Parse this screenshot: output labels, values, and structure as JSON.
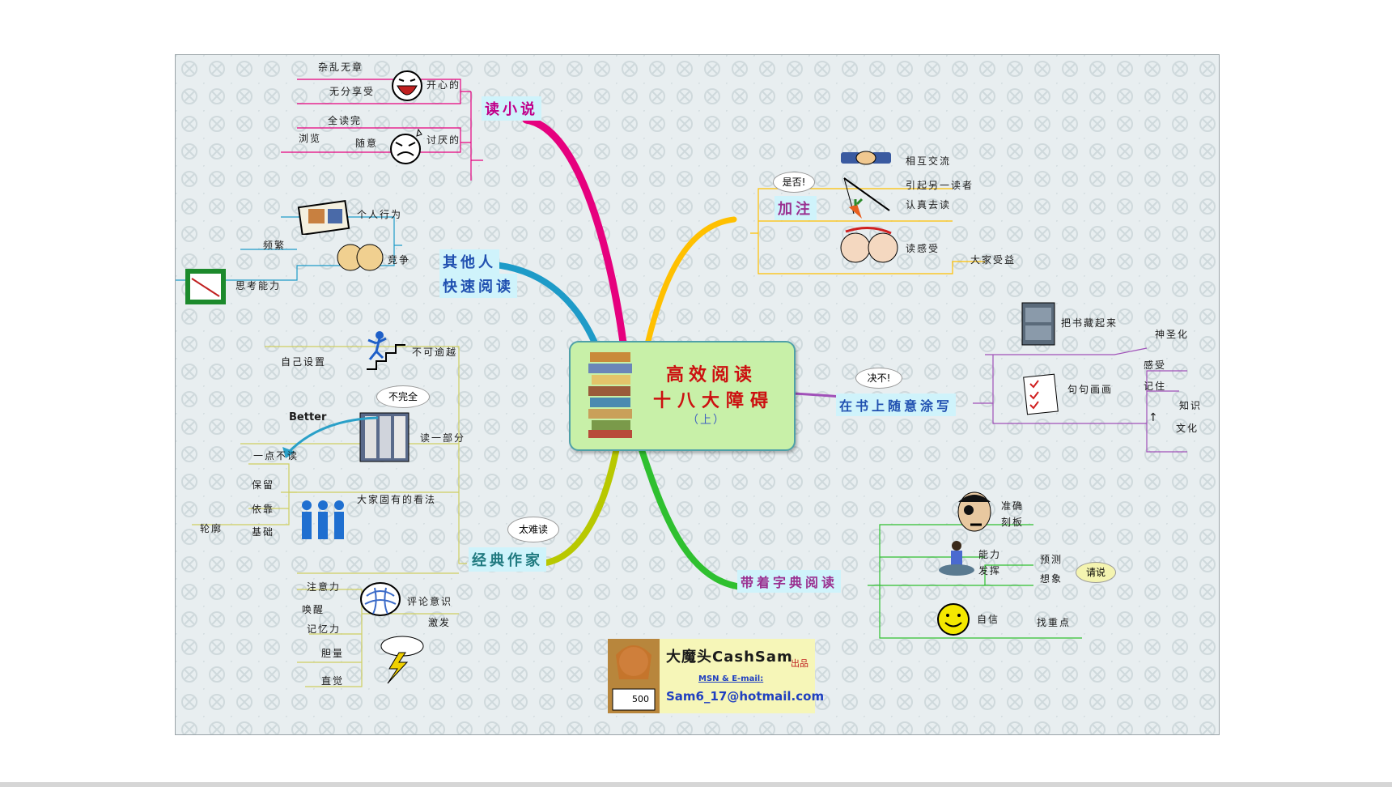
{
  "center": {
    "title1": "高效阅读",
    "title2": "十八大障碍",
    "subtitle": "（上）"
  },
  "branches": {
    "novel": {
      "label": "读小说",
      "happy": "开心的",
      "hate": "讨厌的",
      "items": [
        "杂乱无章",
        "无分享受",
        "全读完",
        "浏览",
        "随意"
      ]
    },
    "others": {
      "label1": "其他人",
      "label2": "快速阅读",
      "personal": "个人行为",
      "compete": "竞争",
      "items": [
        "频繁",
        "思考能力"
      ]
    },
    "classic": {
      "label": "经典作家",
      "bubble": "太难读",
      "better": "Better",
      "items": [
        "不可逾越",
        "自己设置",
        "不完全",
        "读一部分",
        "一点不读",
        "大家固有的看法",
        "保留",
        "依靠",
        "轮廓",
        "基础",
        "评论意识",
        "唤醒",
        "激发",
        "注意力",
        "记忆力",
        "胆量",
        "直觉"
      ]
    },
    "annotate": {
      "label": "加注",
      "bubble": "是否!",
      "items": [
        "相互交流",
        "引起另一读者",
        "认真去读",
        "读感受",
        "大家受益"
      ]
    },
    "write": {
      "label": "在书上随意涂写",
      "bubble": "决不!",
      "items": [
        "把书藏起来",
        "神圣化",
        "句句画画",
        "感受",
        "记住",
        "知识",
        "文化",
        "↑"
      ]
    },
    "dict": {
      "label": "带着字典阅读",
      "bubble": "请说",
      "items": [
        "准确",
        "刻板",
        "能力",
        "发挥",
        "预测",
        "想象",
        "自信",
        "找重点"
      ]
    }
  },
  "credit": {
    "name": "大魔头CashSam",
    "tag": "出品",
    "contact_label": "MSN & E-mail:",
    "email": "Sam6_17@hotmail.com",
    "card": "500"
  },
  "colors": {
    "novel": "#e6007e",
    "others": "#1e9bc8",
    "classic": "#b8c800",
    "annotate": "#ffc000",
    "write": "#a050b8",
    "dict": "#2fc02f"
  }
}
